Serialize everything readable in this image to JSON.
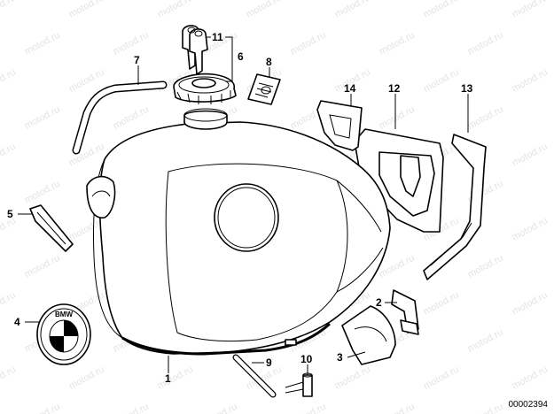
{
  "watermark": {
    "text": "motod.ru"
  },
  "drawing_id": "00002394",
  "badge_text": "BMW",
  "callouts": [
    {
      "id": "1",
      "label": "1"
    },
    {
      "id": "2",
      "label": "2"
    },
    {
      "id": "3",
      "label": "3"
    },
    {
      "id": "4",
      "label": "4"
    },
    {
      "id": "5",
      "label": "5"
    },
    {
      "id": "6",
      "label": "6"
    },
    {
      "id": "7",
      "label": "7"
    },
    {
      "id": "8",
      "label": "8"
    },
    {
      "id": "9",
      "label": "9"
    },
    {
      "id": "10",
      "label": "10"
    },
    {
      "id": "11",
      "label": "11"
    },
    {
      "id": "12",
      "label": "12"
    },
    {
      "id": "13",
      "label": "13"
    },
    {
      "id": "14",
      "label": "14"
    }
  ]
}
